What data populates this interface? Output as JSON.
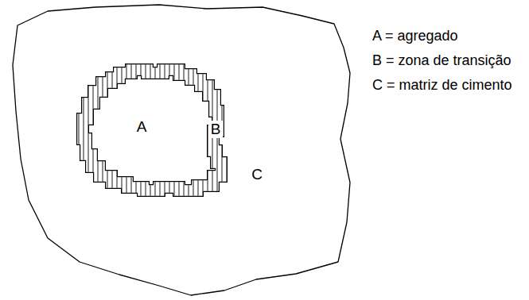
{
  "diagram": {
    "nodes": [
      {
        "text": [
          "C"
        ]
      },
      {
        "text": [
          "B"
        ],
        "in": 0
      },
      {
        "text": [
          "A"
        ],
        "in": 1
      }
    ],
    "labels": [
      "A = agregado",
      "B = zona de transição",
      "C = matriz de cimento"
    ]
  }
}
